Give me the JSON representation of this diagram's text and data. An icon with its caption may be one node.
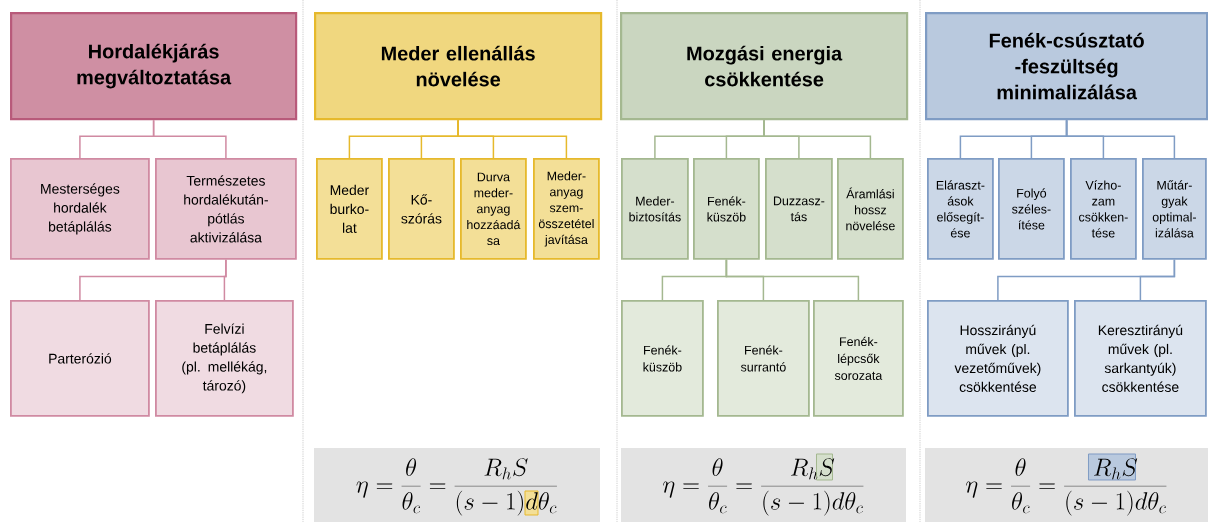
{
  "diagram": {
    "nodes": [
      {
        "text": [
          "Hordalékjárás megváltoztatása"
        ]
      },
      {
        "text": [
          "Mesterséges hordalék betáplálás"
        ]
      },
      {
        "text": [
          "Természetes hordalékután- pótlás aktivizálása"
        ]
      },
      {
        "text": [
          "Parterózió"
        ]
      },
      {
        "text": [
          "Felvízi betáplálás (pl. mellékág, tározó)"
        ]
      },
      {
        "text": [
          "Meder ellenállás növelése"
        ]
      },
      {
        "text": [
          "Meder burko- lat"
        ]
      },
      {
        "text": [
          "Kő- szórás"
        ]
      },
      {
        "text": [
          "Durva meder- anyag hozzáadá sa"
        ]
      },
      {
        "text": [
          "Meder- anyag szem- összetétel javítása"
        ]
      },
      {
        "text": [
          "Mozgási energia csökkentése"
        ]
      },
      {
        "text": [
          "Meder- biztosítás"
        ]
      },
      {
        "text": [
          "Fenék- küszöb"
        ]
      },
      {
        "text": [
          "Duzzasz- tás"
        ]
      },
      {
        "text": [
          "Áramlási hossz növelése"
        ]
      },
      {
        "text": [
          "Fenék- küszöb"
        ]
      },
      {
        "text": [
          "Fenék- surrantó"
        ]
      },
      {
        "text": [
          "Fenék- lépcsők sorozata"
        ]
      },
      {
        "text": [
          "Fenék-csúsztató -feszültség minimalizálása"
        ]
      },
      {
        "text": [
          "Eláraszt- ások elősegít- ése"
        ]
      },
      {
        "text": [
          "Folyó széles- ítése"
        ]
      },
      {
        "text": [
          "Vízho- zam csökken- tése"
        ]
      },
      {
        "text": [
          "Műtár- gyak optimal- izálása"
        ]
      },
      {
        "text": [
          "Hosszirányú művek (pl. vezetőművek) csökkentése"
        ]
      },
      {
        "text": [
          "Keresztirányú művek (pl. sarkantyúk) csökkentése"
        ]
      }
    ],
    "edges": [
      {
        "from": 0,
        "to": 1,
        "arrow": "none",
        "color": "#d08aa2"
      },
      {
        "from": 0,
        "to": 2,
        "arrow": "none",
        "color": "#d08aa2"
      },
      {
        "from": 2,
        "to": 3,
        "arrow": "none",
        "color": "#d08aa2"
      },
      {
        "from": 2,
        "to": 4,
        "arrow": "none",
        "color": "#d08aa2"
      },
      {
        "from": 5,
        "to": 6,
        "arrow": "none",
        "color": "#e6b92c"
      },
      {
        "from": 5,
        "to": 7,
        "arrow": "none",
        "color": "#e6b92c"
      },
      {
        "from": 5,
        "to": 8,
        "arrow": "none",
        "color": "#e6b92c"
      },
      {
        "from": 5,
        "to": 9,
        "arrow": "none",
        "color": "#e6b92c"
      },
      {
        "from": 10,
        "to": 11,
        "arrow": "none",
        "color": "#a4b890"
      },
      {
        "from": 10,
        "to": 12,
        "arrow": "none",
        "color": "#a4b890"
      },
      {
        "from": 10,
        "to": 13,
        "arrow": "none",
        "color": "#a4b890"
      },
      {
        "from": 10,
        "to": 14,
        "arrow": "none",
        "color": "#a4b890"
      },
      {
        "from": 12,
        "to": 15,
        "arrow": "none",
        "color": "#a4b890"
      },
      {
        "from": 12,
        "to": 16,
        "arrow": "none",
        "color": "#a4b890"
      },
      {
        "from": 12,
        "to": 17,
        "arrow": "none",
        "color": "#a4b890"
      },
      {
        "from": 18,
        "to": 19,
        "arrow": "none",
        "color": "#7f9cc4"
      },
      {
        "from": 18,
        "to": 20,
        "arrow": "none",
        "color": "#7f9cc4"
      },
      {
        "from": 18,
        "to": 21,
        "arrow": "none",
        "color": "#7f9cc4"
      },
      {
        "from": 18,
        "to": 22,
        "arrow": "none",
        "color": "#7f9cc4"
      },
      {
        "from": 22,
        "to": 23,
        "arrow": "none",
        "color": "#7f9cc4"
      },
      {
        "from": 22,
        "to": 24,
        "arrow": "none",
        "color": "#7f9cc4"
      }
    ],
    "labels": [
      "\\eta = \\frac{\\theta}{\\theta_c} = \\frac{R_h S}{(s-1)d\\theta_c}",
      "\\eta = \\frac{\\theta}{\\theta_c} = \\frac{R_h S}{(s-1)d\\theta_c}",
      "\\eta = \\frac{\\theta}{\\theta_c} = \\frac{R_h S}{(s-1)d\\theta_c}"
    ]
  }
}
